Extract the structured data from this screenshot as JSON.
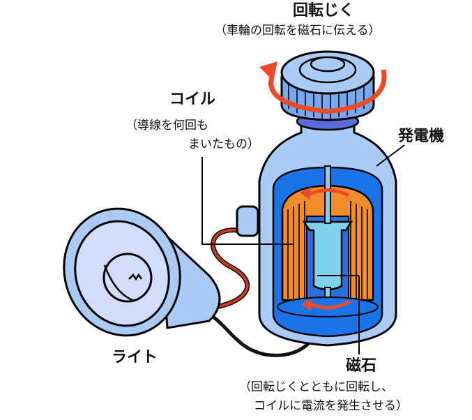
{
  "labels": {
    "shaft_title": "回転じく",
    "shaft_note": "（車輪の回転を磁石に伝える）",
    "coil_title": "コイル",
    "coil_note_1": "（導線を何回も",
    "coil_note_2": "まいたもの）",
    "generator": "発電機",
    "light": "ライト",
    "magnet_title": "磁石",
    "magnet_note_1": "（回転じくとともに回転し、",
    "magnet_note_2": "コイルに電流を発生させる）"
  },
  "colors": {
    "body_fill": "#aacbf6",
    "body_inner": "#1a73e8",
    "coil": "#f08c2c",
    "arrow": "#ec4a28",
    "wire_red": "#cc3a1a",
    "wire_black": "#111111",
    "magnet": "#7fd2ee",
    "lamp_inner": "#d2dcfb",
    "outline": "#000000"
  }
}
